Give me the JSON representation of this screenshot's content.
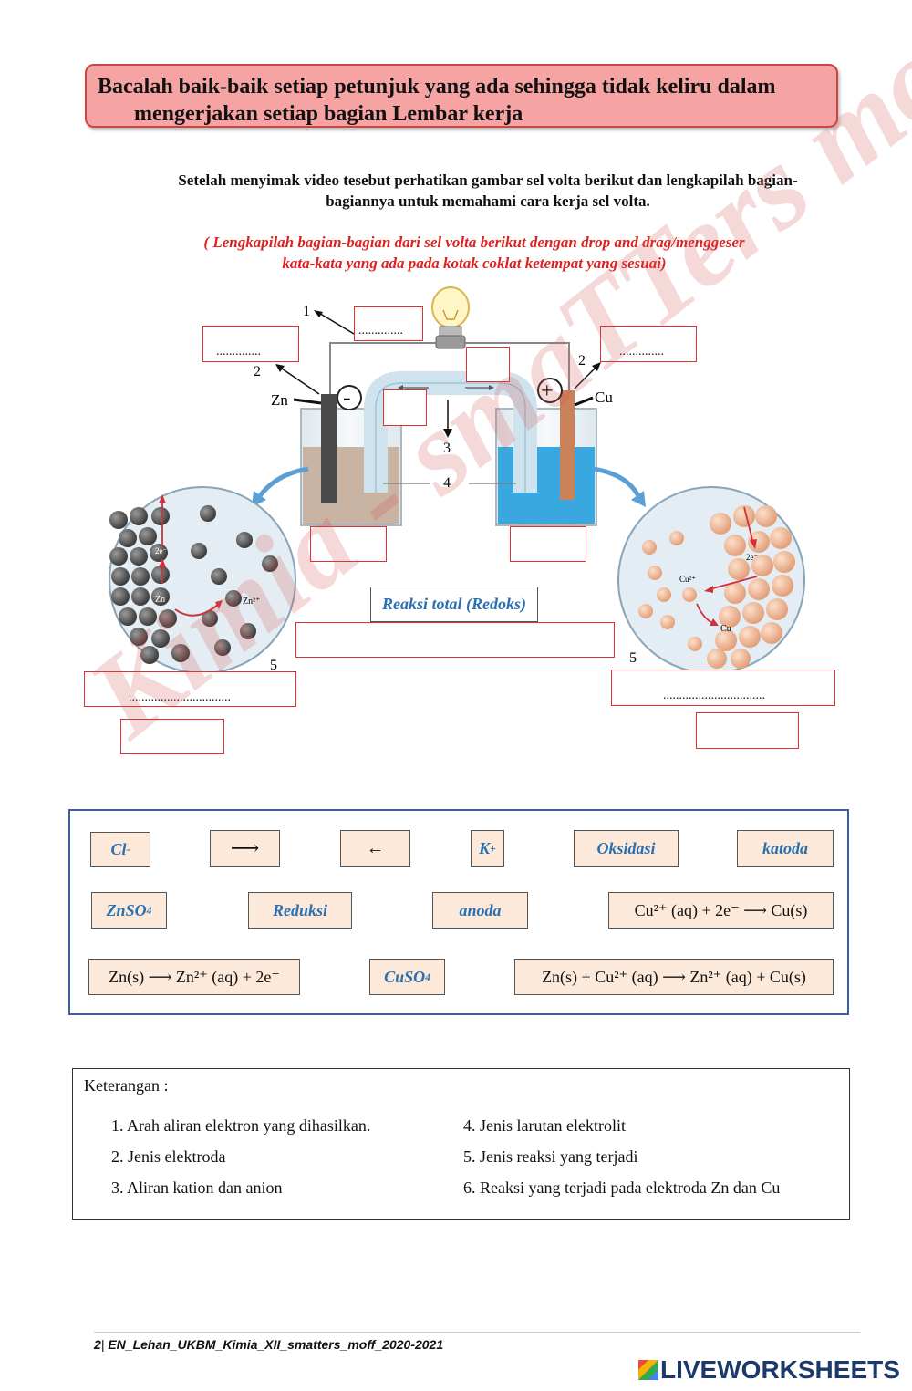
{
  "header": {
    "line1": "Bacalah baik-baik setiap petunjuk yang ada sehingga tidak keliru dalam",
    "line2": "mengerjakan setiap bagian Lembar kerja"
  },
  "instruction": {
    "line1": "Setelah menyimak video tesebut perhatikan gambar sel volta berikut dan lengkapilah bagian-",
    "line2": "bagiannya untuk memahami cara kerja sel volta."
  },
  "red_instruction": {
    "line1": "( Lengkapilah bagian-bagian dari sel volta berikut dengan drop and drag/menggeser",
    "line2": "kata-kata yang ada pada kotak coklat ketempat yang sesuai)"
  },
  "diagram": {
    "num1": "1",
    "num2_left": "2",
    "num2_right": "2",
    "num3": "3",
    "num4": "4",
    "num5_left": "5",
    "num5_right": "5",
    "zn_label": "Zn",
    "cu_label": "Cu",
    "minus": "-",
    "plus": "+",
    "electrons_left": "2e⁻",
    "electrons_right": "2e⁻",
    "ion_zn": "Zn²⁺",
    "atom_zn": "Zn",
    "ion_cu": "Cu²⁺",
    "atom_cu": "Cu",
    "dots_short": "..............",
    "dots_long": "................................",
    "reaksi_total": "Reaksi total (Redoks)"
  },
  "word_bank": {
    "cl": "Cl",
    "cl_sup": "-",
    "arrow_right": "⟶",
    "arrow_left": "←",
    "k": "K",
    "k_sup": "+",
    "oksidasi": "Oksidasi",
    "katoda": "katoda",
    "znso4": "ZnSO",
    "znso4_sub": "4",
    "reduksi": "Reduksi",
    "anoda": "anoda",
    "cu_reduction": "Cu²⁺ (aq) + 2e⁻ ⟶ Cu(s)",
    "zn_oxidation": "Zn(s) ⟶ Zn²⁺ (aq) + 2e⁻",
    "cuso4": "CuSO",
    "cuso4_sub": "4",
    "redox_total": "Zn(s) + Cu²⁺ (aq) ⟶ Zn²⁺ (aq) + Cu(s)"
  },
  "legend": {
    "title": "Keterangan :",
    "items": [
      "1.   Arah aliran elektron yang dihasilkan.",
      "2.   Jenis elektroda",
      "3.   Aliran kation dan anion",
      "4.  Jenis larutan elektrolit",
      "5.  Jenis reaksi yang terjadi",
      "6.   Reaksi yang terjadi pada elektroda Zn dan Cu"
    ]
  },
  "footer": {
    "page": "2",
    "text": "EN_Lehan_UKBM_Kimia_XII_smatters_moff_2020-2021",
    "brand": "LIVEWORKSHEETS"
  },
  "watermark": "Kimia - smaTTers moff",
  "colors": {
    "banner_bg": "#f6a3a3",
    "drop_border": "#e03030",
    "chip_bg": "#fde9d9",
    "chip_text_blue": "#2a6fb0",
    "bank_border": "#3b5ea8",
    "zn_solution": "#c9b3a3",
    "cu_solution": "#3aa8e0"
  }
}
